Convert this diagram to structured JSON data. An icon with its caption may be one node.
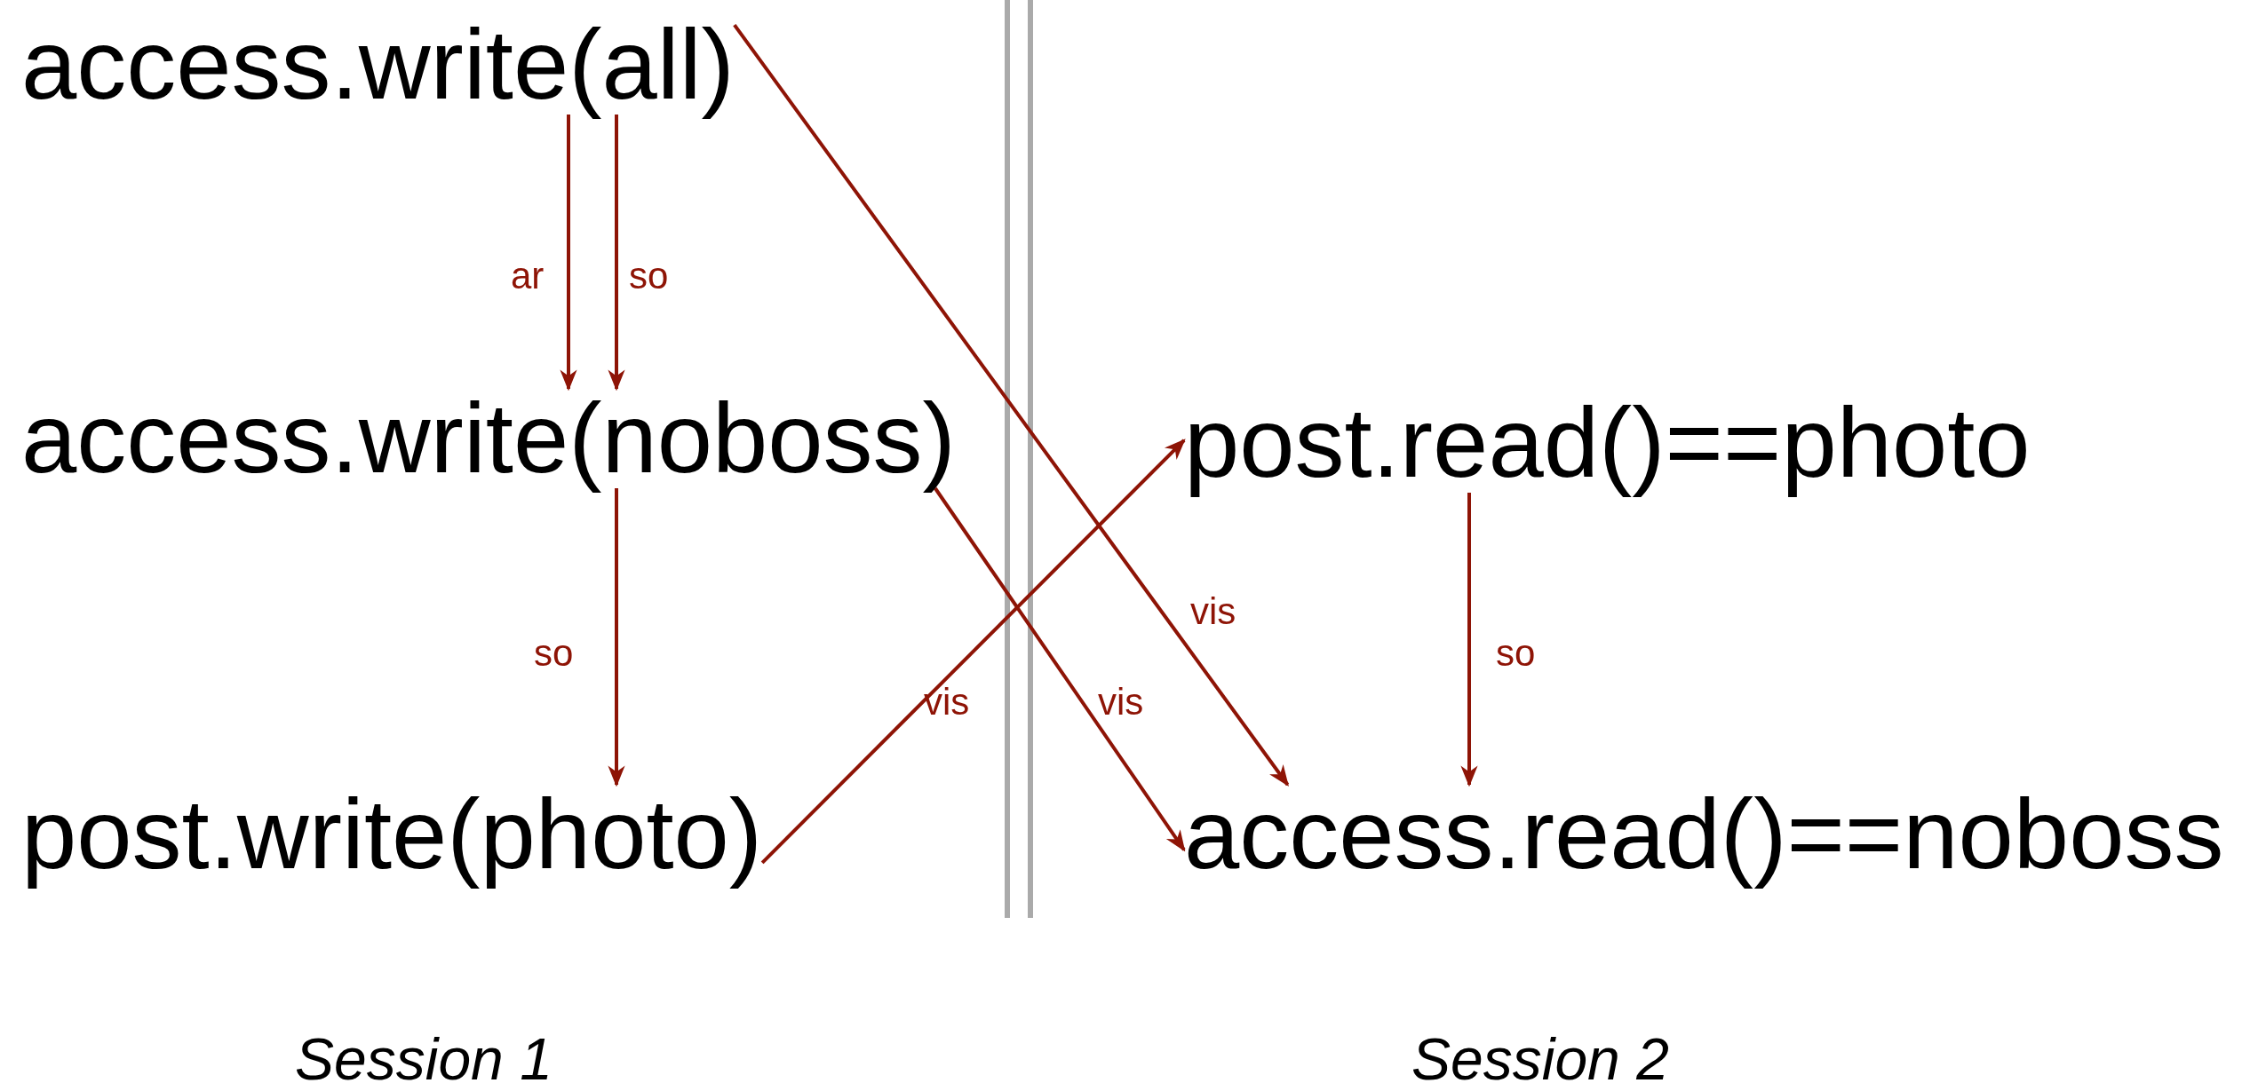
{
  "diagram": {
    "nodes": [
      {
        "text": [
          "access.write(all)"
        ]
      },
      {
        "text": [
          "access.write(noboss)"
        ]
      },
      {
        "text": [
          "post.write(photo)"
        ]
      },
      {
        "text": [
          "post.read()==photo"
        ]
      },
      {
        "text": [
          "access.read()==noboss"
        ]
      }
    ],
    "edges": [
      {
        "from": 0,
        "to": 1,
        "arrow": "to",
        "label": "ar"
      },
      {
        "from": 0,
        "to": 1,
        "arrow": "to",
        "label": "so"
      },
      {
        "from": 1,
        "to": 2,
        "arrow": "to",
        "label": "so"
      },
      {
        "from": 2,
        "to": 3,
        "arrow": "to",
        "label": "vis"
      },
      {
        "from": 1,
        "to": 4,
        "arrow": "to",
        "label": "vis"
      },
      {
        "from": 0,
        "to": 4,
        "arrow": "to",
        "label": "vis"
      },
      {
        "from": 3,
        "to": 4,
        "arrow": "to",
        "label": "so"
      }
    ],
    "labels": [
      "Session 1",
      "Session 2"
    ]
  }
}
